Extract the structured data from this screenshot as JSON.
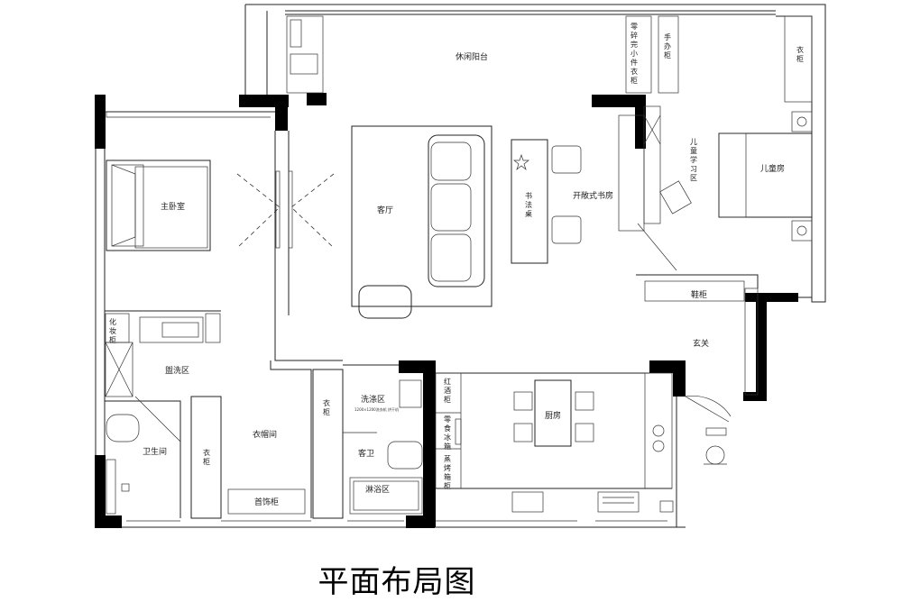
{
  "title": "平面布局图",
  "rooms": {
    "leisure_balcony": "休闲阳台",
    "master_bedroom": "主卧室",
    "living_room": "客厅",
    "open_study": "开敞式书房",
    "calligraphy_table": "书法桌",
    "kids_study_area": "儿童学习区",
    "kids_room": "儿童房",
    "shoe_cabinet": "鞋柜",
    "entrance": "玄关",
    "dressing_area": "盥洗区",
    "bathroom": "卫生间",
    "cloakroom": "衣帽间",
    "jewelry_cabinet": "首饰柜",
    "washing_area": "洗涤区",
    "guest_bath": "客卫",
    "shower_area": "淋浴区",
    "kitchen": "厨房",
    "wardrobe": "衣柜",
    "wardrobe_short": "衣柜",
    "wine_cabinet": "红酒柜",
    "snack_fridge": "零食冰箱",
    "oven_rack": "蒸烤箱柜",
    "toy_wardrobe": "零碎完小件衣柜",
    "figure_cabinet": "手办柜",
    "makeup_cabinet": "化妆柜",
    "sink_note": "1200×1200洗衣机 烘干机"
  }
}
